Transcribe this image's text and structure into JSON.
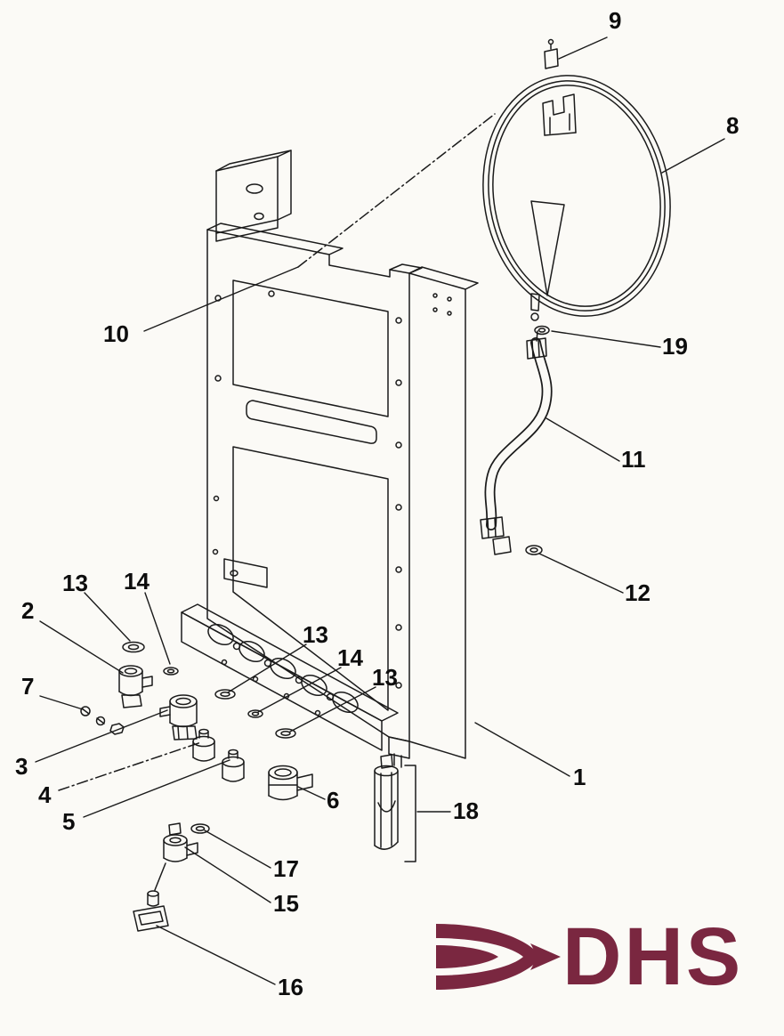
{
  "page": {
    "background": "#fbfaf6",
    "line_color": "#1b1b1b",
    "kind": "exploded-parts-diagram"
  },
  "labels": [
    {
      "text": "9"
    },
    {
      "text": "8"
    },
    {
      "text": "10"
    },
    {
      "text": "19"
    },
    {
      "text": "11"
    },
    {
      "text": "12"
    },
    {
      "text": "13"
    },
    {
      "text": "14"
    },
    {
      "text": "2"
    },
    {
      "text": "7"
    },
    {
      "text": "13"
    },
    {
      "text": "14"
    },
    {
      "text": "13"
    },
    {
      "text": "3"
    },
    {
      "text": "4"
    },
    {
      "text": "5"
    },
    {
      "text": "6"
    },
    {
      "text": "1"
    },
    {
      "text": "18"
    },
    {
      "text": "17"
    },
    {
      "text": "15"
    },
    {
      "text": "16"
    }
  ],
  "logo": {
    "text": "DHS",
    "color": "#7a2740"
  }
}
